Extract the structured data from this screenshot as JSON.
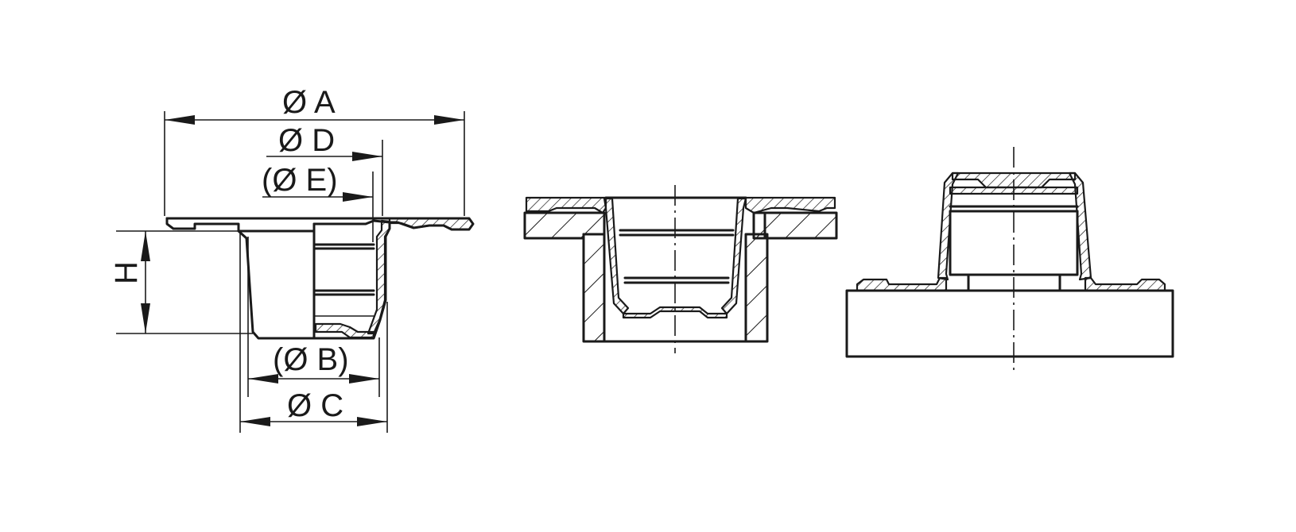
{
  "dimensions": {
    "a": "Ø A",
    "d": "Ø D",
    "e": "(Ø E)",
    "h": "H",
    "b": "(Ø B)",
    "c": "Ø C"
  },
  "colors": {
    "line": "#1a1a1a",
    "background": "#ffffff"
  }
}
